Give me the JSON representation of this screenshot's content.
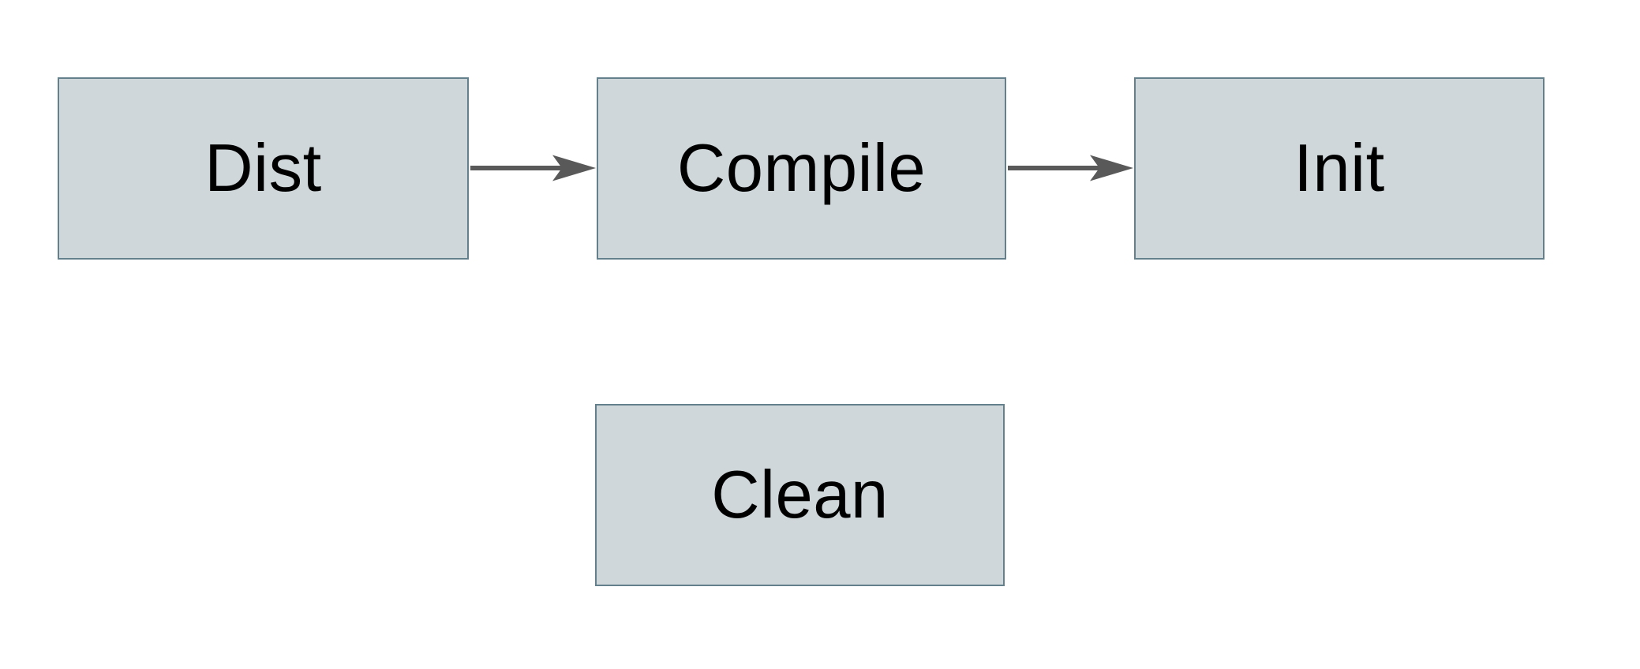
{
  "diagram": {
    "nodes": [
      {
        "id": "dist",
        "label": "Dist"
      },
      {
        "id": "compile",
        "label": "Compile"
      },
      {
        "id": "init",
        "label": "Init"
      },
      {
        "id": "clean",
        "label": "Clean"
      }
    ],
    "edges": [
      {
        "from": "dist",
        "to": "compile",
        "direction": "right"
      },
      {
        "from": "compile",
        "to": "init",
        "direction": "right"
      }
    ],
    "colors": {
      "node_fill": "#d0d7da",
      "node_border": "#64808c",
      "arrow": "#595959",
      "text": "#000000",
      "background": "#ffffff"
    }
  }
}
